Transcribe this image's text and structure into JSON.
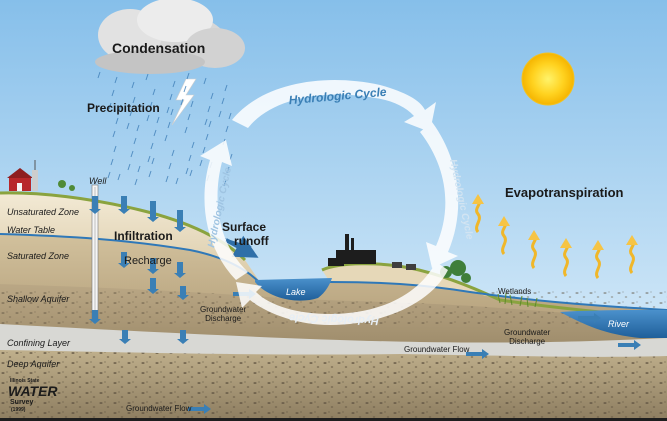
{
  "labels": {
    "condensation": "Condensation",
    "precipitation": "Precipitation",
    "evapotranspiration": "Evapotranspiration",
    "surface_runoff_line1": "Surface",
    "surface_runoff_line2": "runoff",
    "infiltration": "Infiltration",
    "recharge": "Recharge",
    "well": "Well",
    "lake": "Lake",
    "river": "River",
    "wetlands": "Wetlands",
    "unsaturated_zone": "Unsaturated Zone",
    "water_table": "Water Table",
    "saturated_zone": "Saturated Zone",
    "shallow_aquifer": "Shallow Aquifer",
    "confining_layer": "Confining Layer",
    "deep_aquifer": "Deep Aquifer",
    "gw_discharge_lake_1": "Groundwater",
    "gw_discharge_lake_2": "Discharge",
    "gw_discharge_river_1": "Groundwater",
    "gw_discharge_river_2": "Discharge",
    "gw_flow_middle": "Groundwater Flow",
    "gw_flow_bottom": "Groundwater Flow"
  },
  "cycle_labels": {
    "top": "Hydrologic Cycle",
    "left": "Hydrologic Cycle",
    "right": "Hydrologic Cycle",
    "bottom": "Hydrologic Cycle"
  },
  "logo": {
    "line1": "Illinois State",
    "line2": "WATER",
    "line3": "Survey",
    "line4": "(1999)"
  },
  "colors": {
    "sky_top": "#8ec3ec",
    "sky_bottom": "#dceef9",
    "water": "#2f78b8",
    "arrow_blue": "#3a7fb5",
    "cycle_arrow": "#ffffff",
    "sun": "#ffd21f",
    "soil_light": "#e9dcc0",
    "soil_dark": "#9a8a70",
    "grass": "#7a9a3a"
  }
}
